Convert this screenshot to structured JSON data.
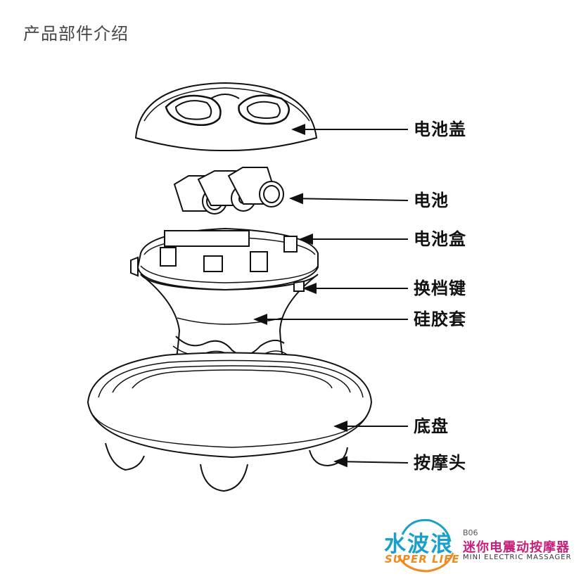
{
  "title": "产品部件介绍",
  "parts": [
    {
      "label": "电池盖"
    },
    {
      "label": "电池"
    },
    {
      "label": "电池盒"
    },
    {
      "label": "换档键"
    },
    {
      "label": "硅胶套"
    },
    {
      "label": "底盘"
    },
    {
      "label": "按摩头"
    }
  ],
  "brand": {
    "name_cn": "水波浪",
    "name_en": "SUPER LIFE",
    "model": "B06",
    "product_cn": "迷你电震动按摩器",
    "product_en": "MINI ELECTRIC MASSAGER",
    "colors": {
      "name_cn": "#19a0c8",
      "name_en": "#f08a1e",
      "product_cn": "#c8207a"
    }
  }
}
